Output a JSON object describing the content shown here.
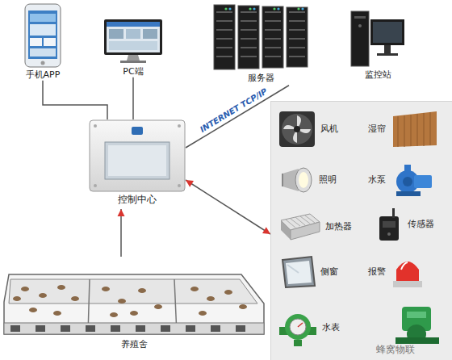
{
  "diagram": {
    "nodes": [
      {
        "text": [
          "手机APP"
        ]
      },
      {
        "text": [
          "PC端"
        ]
      },
      {
        "text": [
          "服务器"
        ]
      },
      {
        "text": [
          "监控站"
        ]
      },
      {
        "text": [
          "控制中心"
        ]
      },
      {
        "text": []
      },
      {
        "text": [
          "风机"
        ],
        "in": 5
      },
      {
        "text": [
          "湿帘"
        ],
        "in": 5
      },
      {
        "text": [
          "照明"
        ],
        "in": 5
      },
      {
        "text": [
          "水泵"
        ],
        "in": 5
      },
      {
        "text": [
          "加热器"
        ],
        "in": 5
      },
      {
        "text": [
          "传感器"
        ],
        "in": 5
      },
      {
        "text": [
          "侧窗"
        ],
        "in": 5
      },
      {
        "text": [
          "报警"
        ],
        "in": 5
      },
      {
        "text": [
          "水表"
        ],
        "in": 5
      },
      {
        "text": [
          "养殖舍"
        ]
      }
    ],
    "edges": [
      {
        "from": 4,
        "to": 0,
        "arrow": "none"
      },
      {
        "from": 4,
        "to": 1,
        "arrow": "none"
      },
      {
        "from": 4,
        "to": 2,
        "label": "INTERNET TCP/IP",
        "arrow": "none"
      },
      {
        "from": 4,
        "to": 5,
        "arrow": "both"
      },
      {
        "from": 15,
        "to": 4,
        "arrow": "to"
      }
    ],
    "labels": [
      "蜂窝物联"
    ]
  }
}
